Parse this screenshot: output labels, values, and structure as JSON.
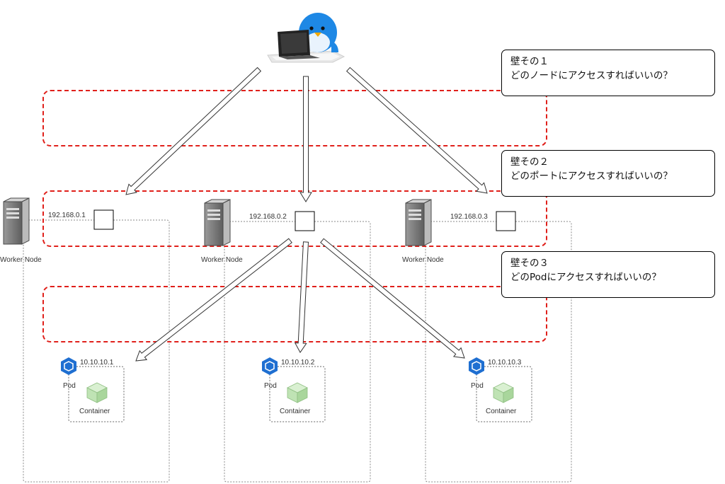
{
  "colors": {
    "barrier": "#e0201b",
    "pod_blue": "#1f6fd1",
    "container_green": "#bfe3b4",
    "user_blue": "#1e88e5",
    "server_gray": "#7d7d7d"
  },
  "nodes": [
    {
      "ip": "192.168.0.1",
      "label": "Worker Node"
    },
    {
      "ip": "192.168.0.2",
      "label": "Worker Node"
    },
    {
      "ip": "192.168.0.3",
      "label": "Worker Node"
    }
  ],
  "pods": [
    {
      "ip": "10.10.10.1",
      "label": "Pod",
      "container": "Container"
    },
    {
      "ip": "10.10.10.2",
      "label": "Pod",
      "container": "Container"
    },
    {
      "ip": "10.10.10.3",
      "label": "Pod",
      "container": "Container"
    }
  ],
  "bubbles": [
    {
      "title": "壁その１",
      "text": "どのノードにアクセスすればいいの？"
    },
    {
      "title": "壁その２",
      "text": "どのポートにアクセスすればいいの？"
    },
    {
      "title": "壁その３",
      "text": "どのPodにアクセスすればいいの？"
    }
  ]
}
